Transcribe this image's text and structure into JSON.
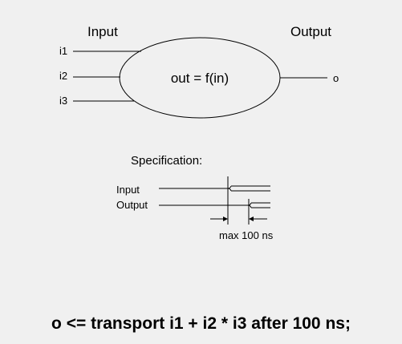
{
  "diagram": {
    "input_heading": "Input",
    "output_heading": "Output",
    "inputs": [
      "i1",
      "i2",
      "i3"
    ],
    "output": "o",
    "function_label": "out = f(in)"
  },
  "specification": {
    "title": "Specification:",
    "signal_input": "Input",
    "signal_output": "Output",
    "delay_label": "max 100 ns"
  },
  "code": {
    "statement": "o <= transport i1 + i2 * i3 after 100 ns;"
  },
  "colors": {
    "background": "#f0f0f0",
    "stroke": "#000000"
  }
}
